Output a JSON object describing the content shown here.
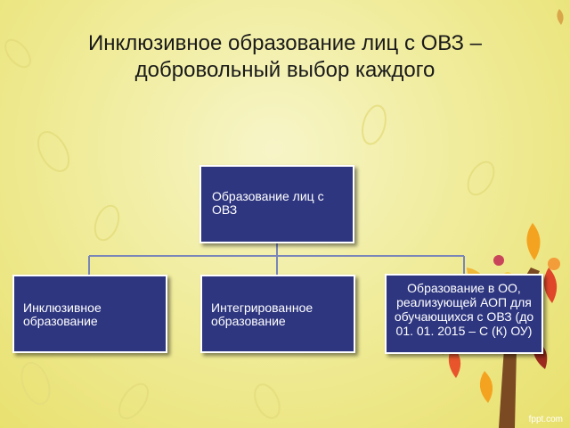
{
  "slide": {
    "title": "Инклюзивное образование лиц с ОВЗ – добровольный выбор каждого",
    "watermark": "fppt.com"
  },
  "diagram": {
    "root": {
      "label": "Образование лиц с ОВЗ"
    },
    "children": [
      {
        "label": "Инклюзивное образование"
      },
      {
        "label": "Интегрированное образование"
      },
      {
        "label": "Образование в ОО, реализующей АОП для обучающихся с ОВЗ (до 01. 01. 2015 – С (К) ОУ)"
      }
    ]
  },
  "colors": {
    "box_fill": "#2e3680",
    "box_border": "#ffffff",
    "connector": "#7a86b8",
    "background": "#f0ec9c"
  }
}
